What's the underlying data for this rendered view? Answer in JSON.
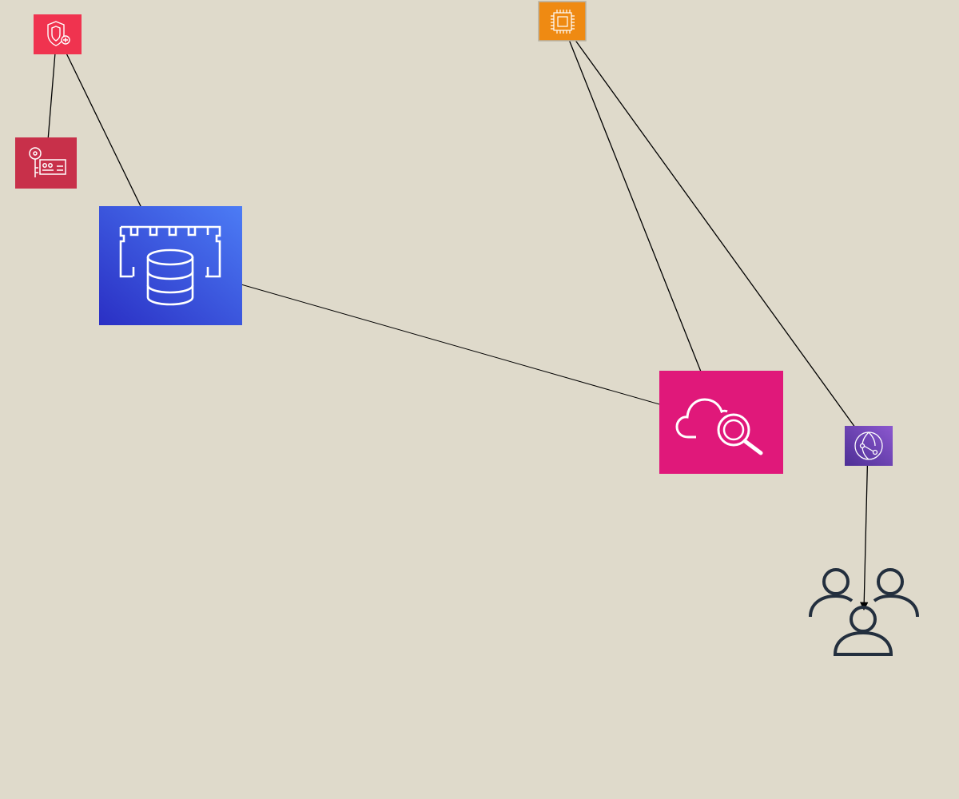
{
  "diagram": {
    "background": "#dfdacb",
    "nodes": [
      {
        "id": "shield",
        "icon": "shield-icon",
        "color": "#f0334f"
      },
      {
        "id": "key",
        "icon": "key-card-icon",
        "color": "#c8304a"
      },
      {
        "id": "database",
        "icon": "memory-database-icon",
        "color_top": "#4c7cf5",
        "color_bottom": "#2a2fc4"
      },
      {
        "id": "cpu",
        "icon": "cpu-chip-icon",
        "color": "#ef8a12"
      },
      {
        "id": "cloud-search",
        "icon": "cloud-search-icon",
        "color": "#e0187a"
      },
      {
        "id": "globe",
        "icon": "globe-network-icon",
        "color": "#7045b2"
      },
      {
        "id": "users",
        "icon": "users-group-icon",
        "color": "#232f3e"
      }
    ],
    "edges": [
      {
        "from": "key",
        "to": "shield"
      },
      {
        "from": "shield",
        "to": "database"
      },
      {
        "from": "database",
        "to": "cloud-search"
      },
      {
        "from": "cloud-search",
        "to": "cpu"
      },
      {
        "from": "cpu",
        "to": "globe"
      },
      {
        "from": "globe",
        "to": "users"
      }
    ]
  }
}
